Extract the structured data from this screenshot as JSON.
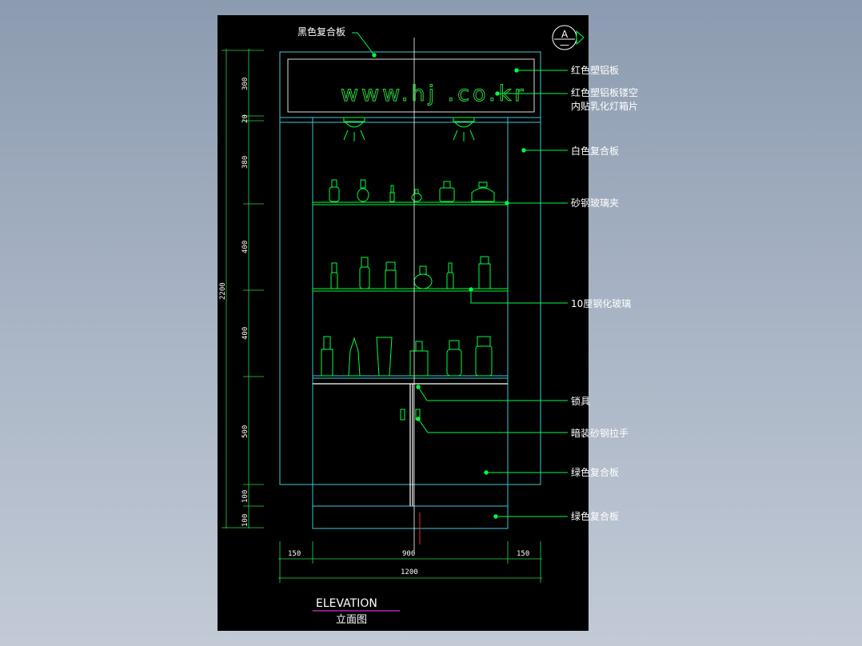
{
  "sheet": {
    "watermark": "www.hj .co.kr",
    "section_marker": {
      "letter": "A",
      "sub": "—"
    }
  },
  "callouts": {
    "black_composite": "黑色复合板",
    "red_plastic": "红色塑铝板",
    "red_plastic_hollow_1": "红色塑铝板镂空",
    "red_plastic_hollow_2": "内贴乳化灯箱片",
    "white_composite": "白色复合板",
    "glass_clamp": "砂钢玻璃夹",
    "tempered_glass": "10厘钢化玻璃",
    "lock": "锁具",
    "handle": "暗装砂钢拉手",
    "green_composite_1": "绿色复合板",
    "green_composite_2": "绿色复合板"
  },
  "dimensions": {
    "vertical": [
      "300",
      "20",
      "380",
      "400",
      "400",
      "500",
      "100",
      "100"
    ],
    "total_height": "2200",
    "horizontal": [
      "150",
      "900",
      "150"
    ],
    "total_width": "1200"
  },
  "title": {
    "en": "ELEVATION",
    "zh": "立面图"
  },
  "colors": {
    "background": "#000000",
    "outline_cyan": "#3fc8d8",
    "green": "#00ff3c",
    "text": "#ffffff",
    "dimension_green": "#22dd44",
    "underline_magenta": "#d030d0"
  }
}
